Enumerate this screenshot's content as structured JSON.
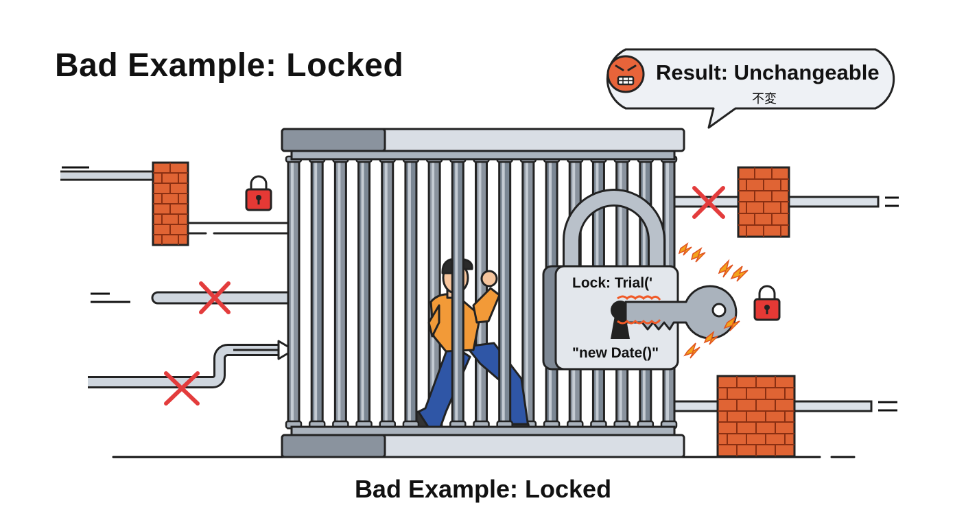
{
  "title": "Bad Example: Locked",
  "caption": "Bad Example: Locked",
  "speech_bubble": {
    "icon": "angry-face-icon",
    "title": "Result: Unchangeable",
    "subtitle": "不変"
  },
  "padlock": {
    "label_line1": "Lock: Trial('",
    "label_line2": "\"new Date()\""
  },
  "colors": {
    "brick": "#e06434",
    "blocked_mark": "#e33c3c",
    "cage_bar": "#7b8794",
    "cage_bar_light": "#d9dee5",
    "shirt": "#f29a38",
    "pants": "#2f56a6",
    "lock_red": "#e53935",
    "face_icon": "#e8643a"
  },
  "icons": [
    "padlock-icon",
    "key-icon",
    "brick-wall-icon",
    "cross-mark-icon",
    "arrow-icon",
    "spark-icon",
    "angry-face-icon"
  ]
}
